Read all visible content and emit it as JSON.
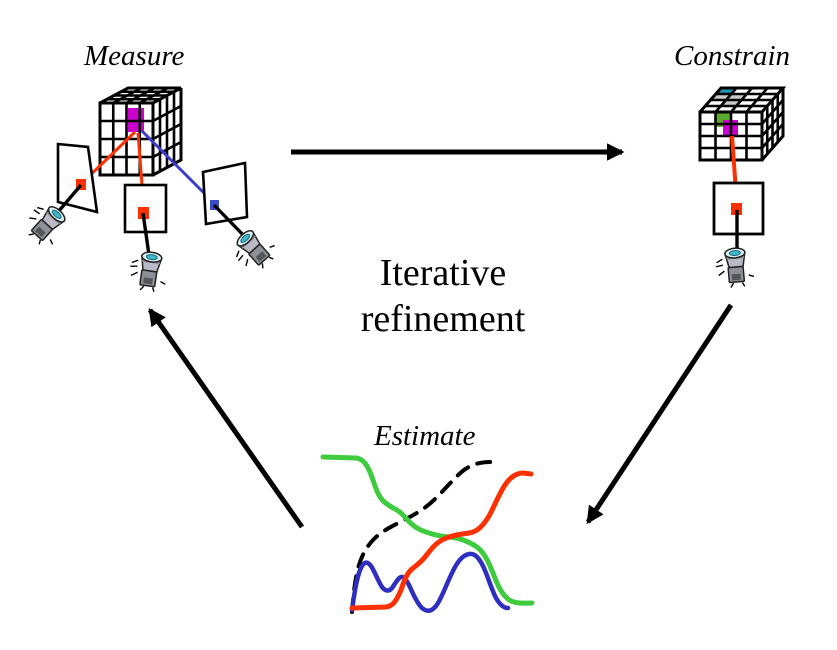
{
  "center_label": "Iterative refinement",
  "nodes": {
    "measure": {
      "label": "Measure"
    },
    "constrain": {
      "label": "Constrain"
    },
    "estimate": {
      "label": "Estimate"
    }
  },
  "colors": {
    "ray_red": "#ff3000",
    "ray_blue": "#3c3cc8",
    "dot_red": "#ff3000",
    "dot_blue": "#3c4cc8",
    "voxel_magenta": "#cc00cc",
    "voxel_green": "#5aaa2e",
    "cell_cyan": "#2196b4",
    "cell_gray": "#c9c9c9",
    "arrow_black": "#000000"
  },
  "chart_data": {
    "type": "line",
    "title": "Estimate",
    "xlabel": "",
    "ylabel": "",
    "axes_visible": false,
    "legend": "none",
    "series": [
      {
        "name": "green estimate curve",
        "color": "#3ecc3e",
        "style": "solid",
        "shape": "starts high left, descends in smooth steps to low right"
      },
      {
        "name": "red estimate curve",
        "color": "#ff3000",
        "style": "solid",
        "shape": "starts low left, rises in smooth steps to high right"
      },
      {
        "name": "blue estimate curve",
        "color": "#2e2ec0",
        "style": "solid",
        "shape": "low oscillation with two main peaks"
      },
      {
        "name": "black dashed curve",
        "color": "#000000",
        "style": "dashed",
        "shape": "S-curve rising from bottom-left flattening at top"
      }
    ]
  }
}
